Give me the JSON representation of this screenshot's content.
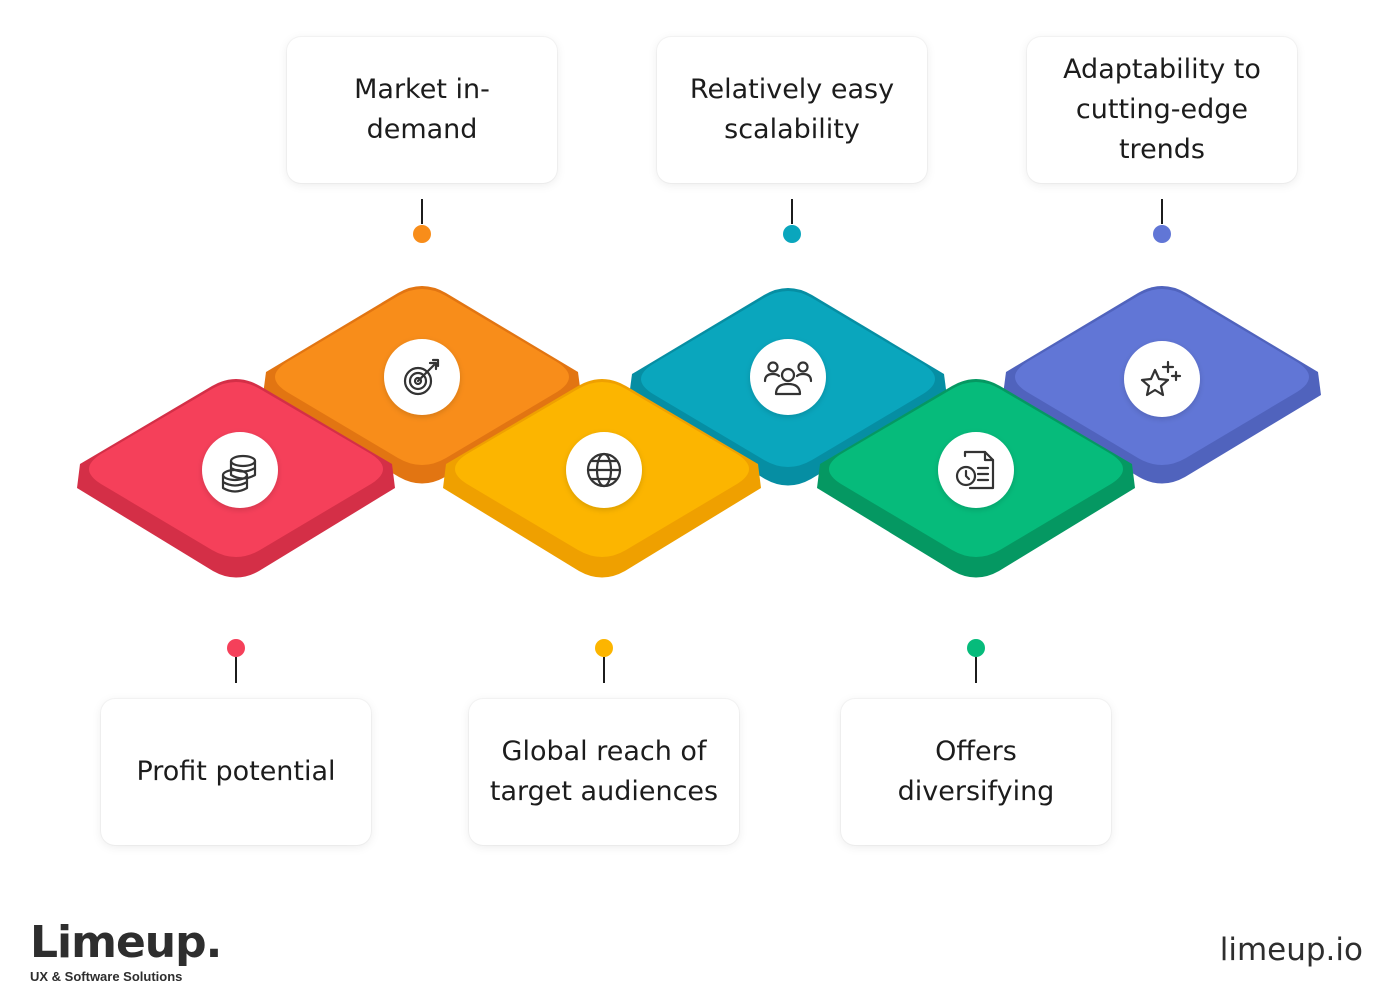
{
  "items": [
    {
      "label": "Profit potential",
      "icon": "coins-stack-icon",
      "color": "#f5405a",
      "side_color": "#d42f47"
    },
    {
      "label": "Market in-\ndemand",
      "icon": "target-arrow-icon",
      "color": "#f88d1a",
      "side_color": "#e27512"
    },
    {
      "label": "Global reach of\ntarget audiences",
      "icon": "globe-icon",
      "color": "#fcb500",
      "side_color": "#efa000"
    },
    {
      "label": "Relatively easy\nscalability",
      "icon": "people-group-icon",
      "color": "#0aa6bd",
      "side_color": "#068ea3"
    },
    {
      "label": "Offers\ndiversifying",
      "icon": "document-clock-icon",
      "color": "#06bb7b",
      "side_color": "#059862"
    },
    {
      "label": "Adaptability to\ncutting-edge\ntrends",
      "icon": "star-sparkle-icon",
      "color": "#6176d6",
      "side_color": "#5063bd"
    }
  ],
  "brand": {
    "logo_text": "Limeup.",
    "tagline": "UX & Software Solutions",
    "website": "limeup.io"
  }
}
